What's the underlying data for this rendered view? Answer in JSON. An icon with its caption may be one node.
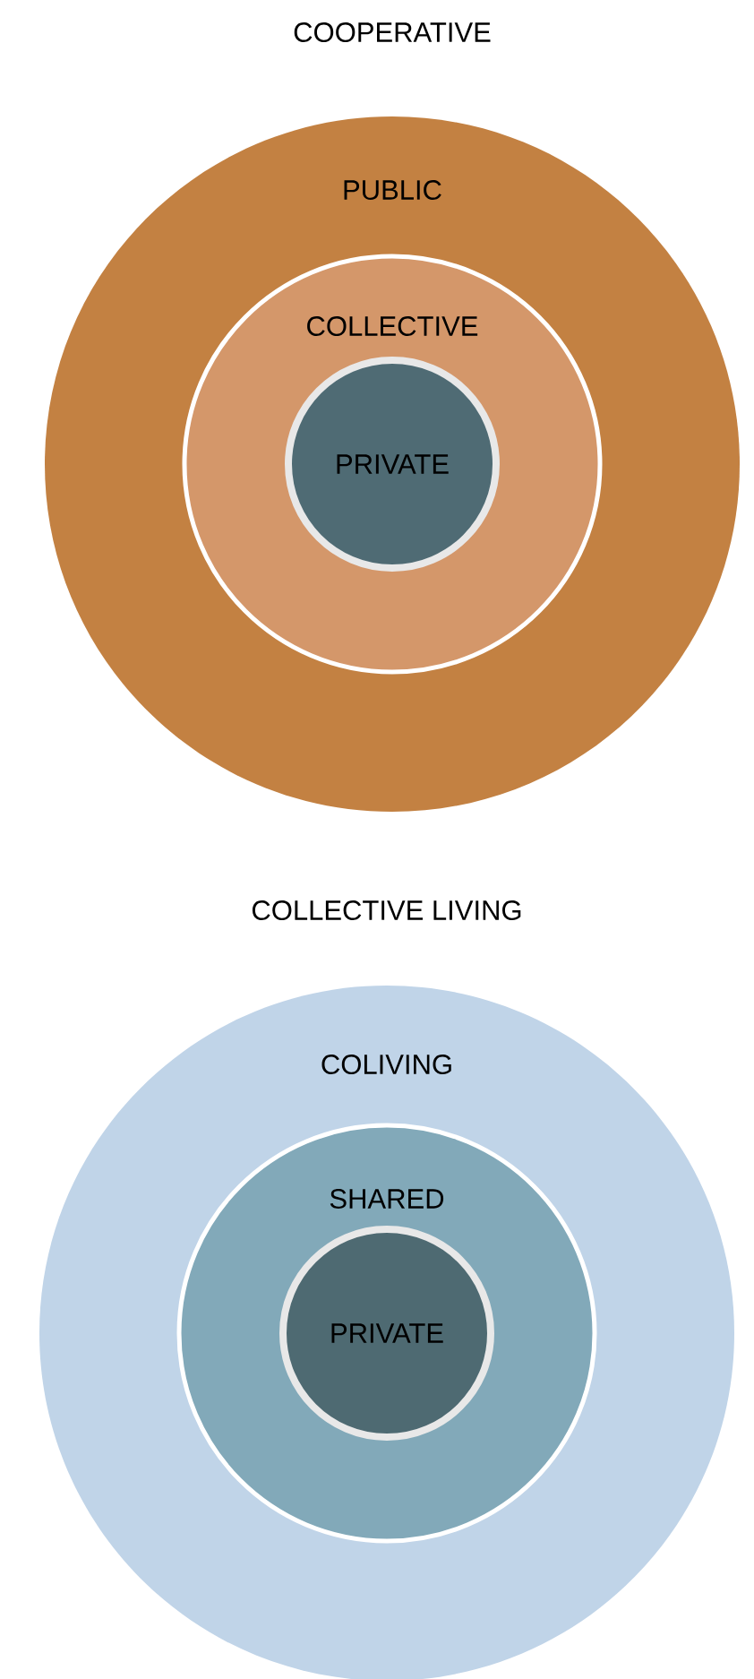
{
  "diagram": {
    "nodes": [
      {
        "text": [
          "PUBLIC"
        ]
      },
      {
        "text": [
          "COLLECTIVE"
        ],
        "in": 0
      },
      {
        "text": [
          "PRIVATE"
        ],
        "in": 1
      },
      {
        "text": [
          "COLIVING"
        ]
      },
      {
        "text": [
          "SHARED"
        ],
        "in": 3
      },
      {
        "text": [
          "PRIVATE"
        ],
        "in": 4
      }
    ],
    "labels": [
      "COOPERATIVE",
      "COLLECTIVE LIVING"
    ]
  }
}
